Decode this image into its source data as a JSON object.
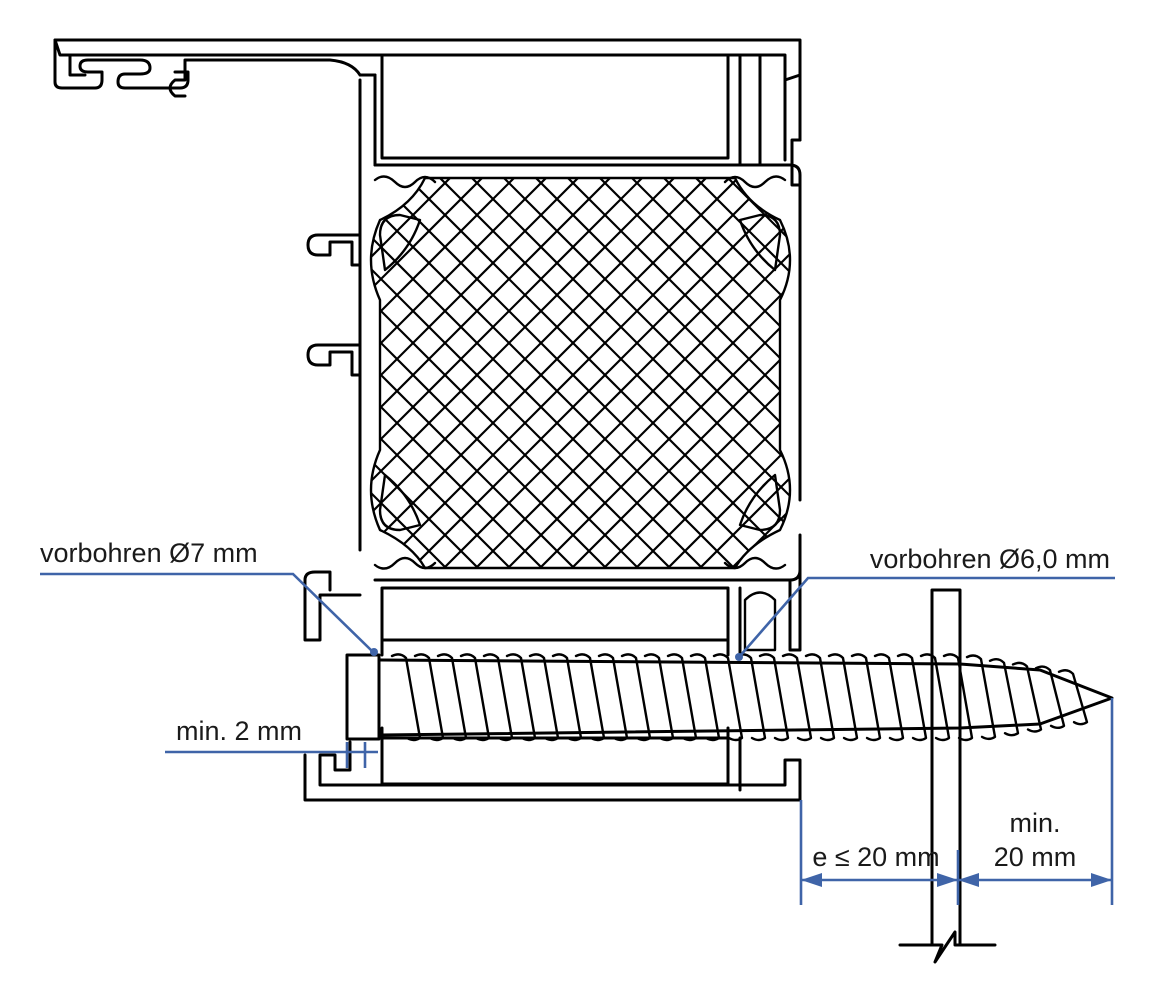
{
  "labels": {
    "predrill_left": "vorbohren Ø7 mm",
    "predrill_right": "vorbohren Ø6,0 mm",
    "min_edge": "min. 2 mm",
    "dist_e": "e ≤ 20 mm",
    "min_embed_line1": "min.",
    "min_embed_line2": "20 mm"
  },
  "colors": {
    "outline": "#000000",
    "dimension": "#3f64a8",
    "background": "#ffffff"
  }
}
